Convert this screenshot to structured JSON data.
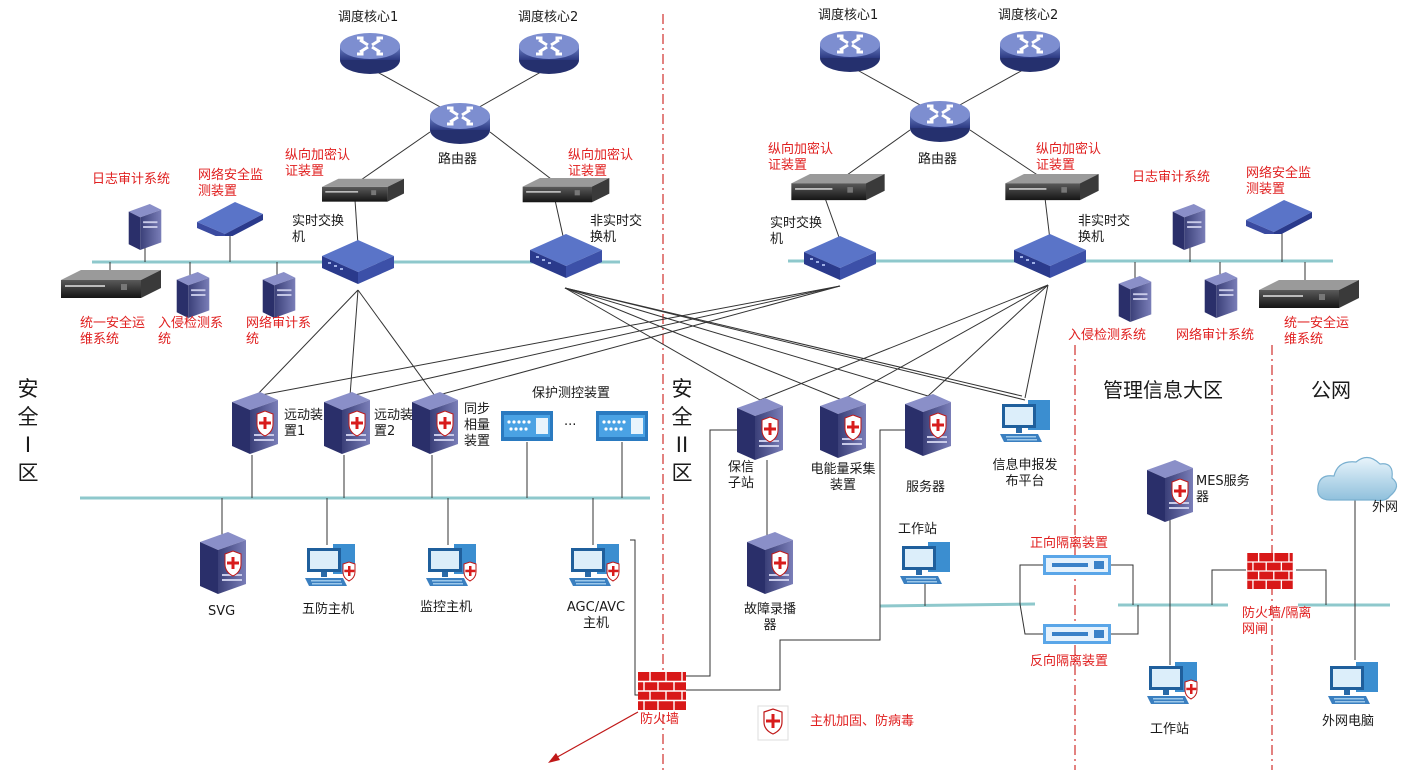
{
  "left": {
    "core1": "调度核心1",
    "core2": "调度核心2",
    "router": "路由器",
    "enc1": "纵向加密认证装置",
    "enc2": "纵向加密认证装置",
    "rt_switch": "实时交换机",
    "nrt_switch": "非实时交换机",
    "log_audit": "日志审计系统",
    "net_monitor": "网络安全监测装置",
    "ops": "统一安全运维系统",
    "ids": "入侵检测系统",
    "net_audit": "网络审计系统",
    "rtu1": "远动装置1",
    "rtu2": "远动装置2",
    "pmu": "同步相量装置",
    "protect": "保护测控装置",
    "ellipsis": "...",
    "svg": "SVG",
    "wufang": "五防主机",
    "monitor": "监控主机",
    "agc": "AGC/AVC主机"
  },
  "zones": {
    "z1": "安全Ⅰ区",
    "z2": "安全II区",
    "mis": "管理信息大区",
    "pub": "公网"
  },
  "middle": {
    "baoxin": "保信子站",
    "energy": "电能量采集装置",
    "server": "服务器",
    "info_pub": "信息申报发布平台",
    "fault": "故障录播器",
    "firewall": "防火墙",
    "legend": "主机加固、防病毒"
  },
  "right": {
    "core1": "调度核心1",
    "core2": "调度核心2",
    "router": "路由器",
    "enc1": "纵向加密认证装置",
    "enc2": "纵向加密认证装置",
    "rt_switch": "实时交换机",
    "nrt_switch": "非实时交换机",
    "log_audit": "日志审计系统",
    "net_monitor": "网络安全监测装置",
    "ids": "入侵检测系统",
    "net_audit": "网络审计系统",
    "ops": "统一安全运维系统",
    "workstation": "工作站",
    "fwd_iso": "正向隔离装置",
    "rev_iso": "反向隔离装置",
    "mes": "MES服务器",
    "mis_ws": "工作站",
    "fw_gap": "防火墙/隔离网闸",
    "internet": "外网",
    "ext_pc": "外网电脑"
  }
}
